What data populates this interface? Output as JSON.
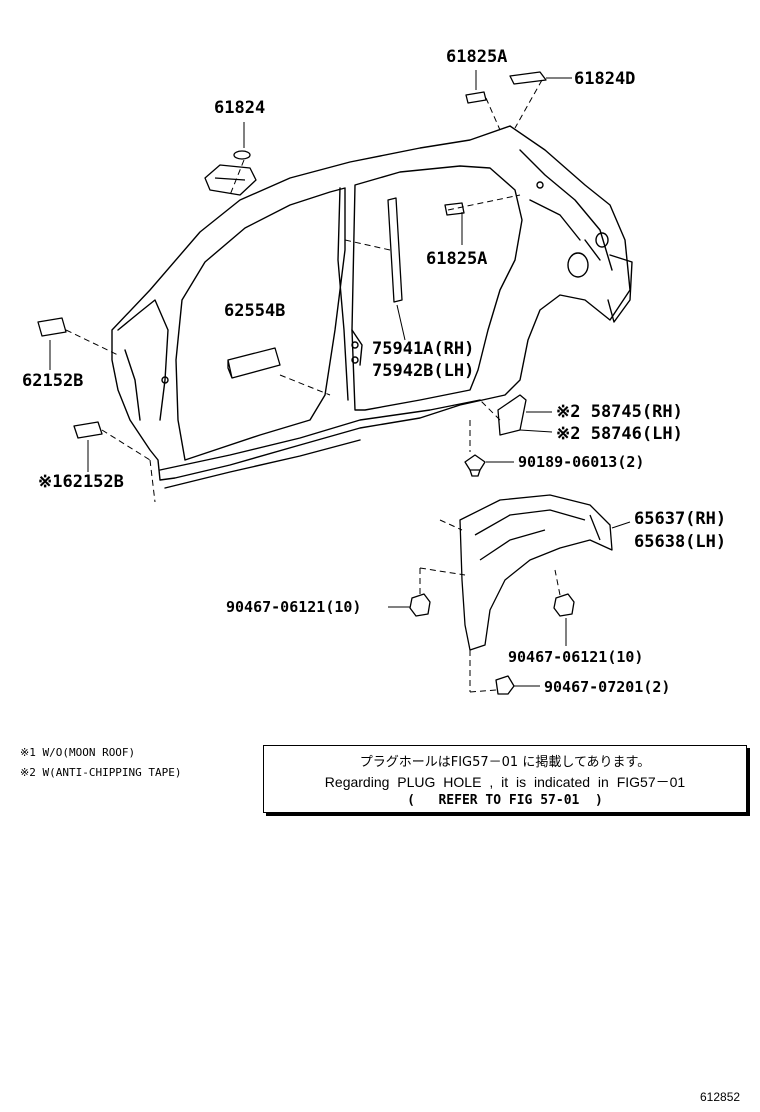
{
  "labels": {
    "p61825A_top": "61825A",
    "p61824D": "61824D",
    "p61824": "61824",
    "p61825A_mid": "61825A",
    "p62554B": "62554B",
    "p75941A": "75941A(RH)",
    "p75942B": "75942B(LH)",
    "p62152B": "62152B",
    "p62152B_note1": "※162152B",
    "p58745": "※2 58745(RH)",
    "p58746": "※2 58746(LH)",
    "p90189": "90189-06013(2)",
    "p65637": "65637(RH)",
    "p65638": "65638(LH)",
    "p90467_left": "90467-06121(10)",
    "p90467_right": "90467-06121(10)",
    "p90467_bottom": "90467-07201(2)"
  },
  "notes": {
    "note1": "※1 W/O(MOON ROOF)",
    "note2": "※2 W(ANTI-CHIPPING TAPE)"
  },
  "reference_box": {
    "line1": "プラグホールはFIG57－01 に掲載してあります。",
    "line2": "Regarding PLUG HOLE , it is indicated in FIG57－01",
    "line3": "(   REFER TO FIG 57-01  )"
  },
  "figure_number": "612852"
}
